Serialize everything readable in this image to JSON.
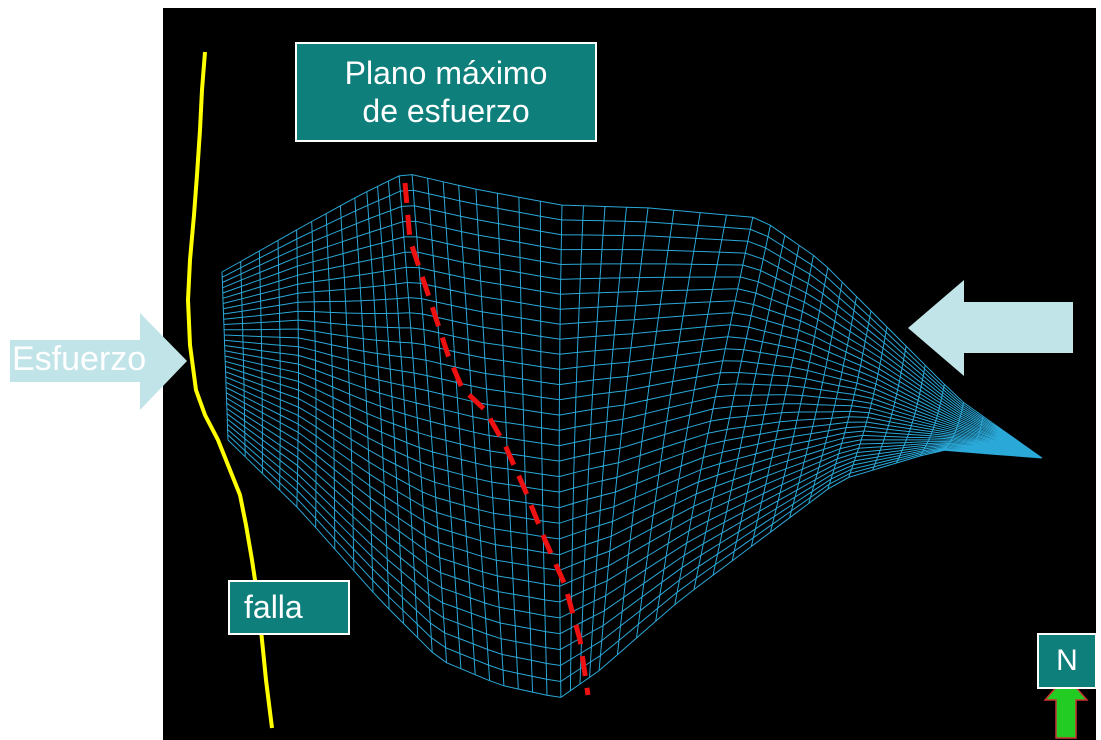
{
  "title_box": {
    "line1": "Plano máximo",
    "line2": "de esfuerzo"
  },
  "left_arrow_label": "Esfuerzo",
  "fault_label": "falla",
  "north_label": "N",
  "colors": {
    "background": "#000000",
    "mesh": "#2aa8d8",
    "fault_line": "#ffff00",
    "max_stress_plane": "#ee1111",
    "stress_arrow_fill": "#c0e4e8",
    "label_box": "#0f7f7c",
    "north_arrow": "#22cc22"
  }
}
